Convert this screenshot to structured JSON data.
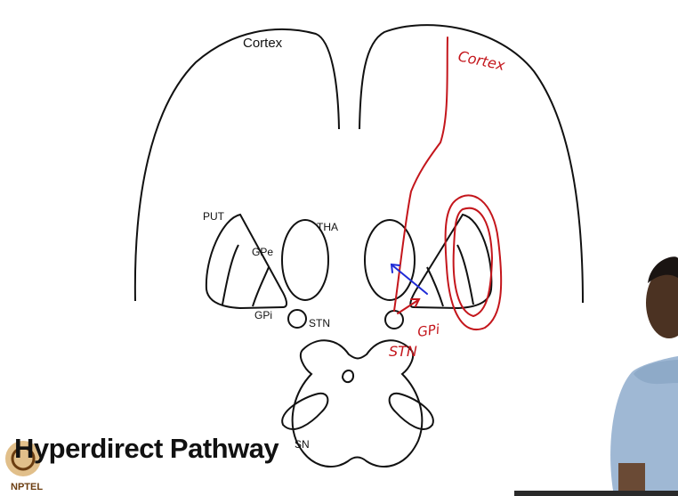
{
  "diagram": {
    "title": "Hyperdirect Pathway",
    "labels": {
      "cortex": "Cortex",
      "put": "PUT",
      "gpe": "GPe",
      "gpi": "GPi",
      "tha": "THA",
      "stn": "STN",
      "sn": "SN"
    },
    "annotations": {
      "cortex": "Cortex",
      "stn": "STN",
      "gpi": "GPi"
    },
    "colors": {
      "outline": "#111111",
      "annotation": "#c4161c",
      "arrow_blue": "#1f2bd6"
    }
  },
  "branding": {
    "logo_text": "NPTEL"
  }
}
